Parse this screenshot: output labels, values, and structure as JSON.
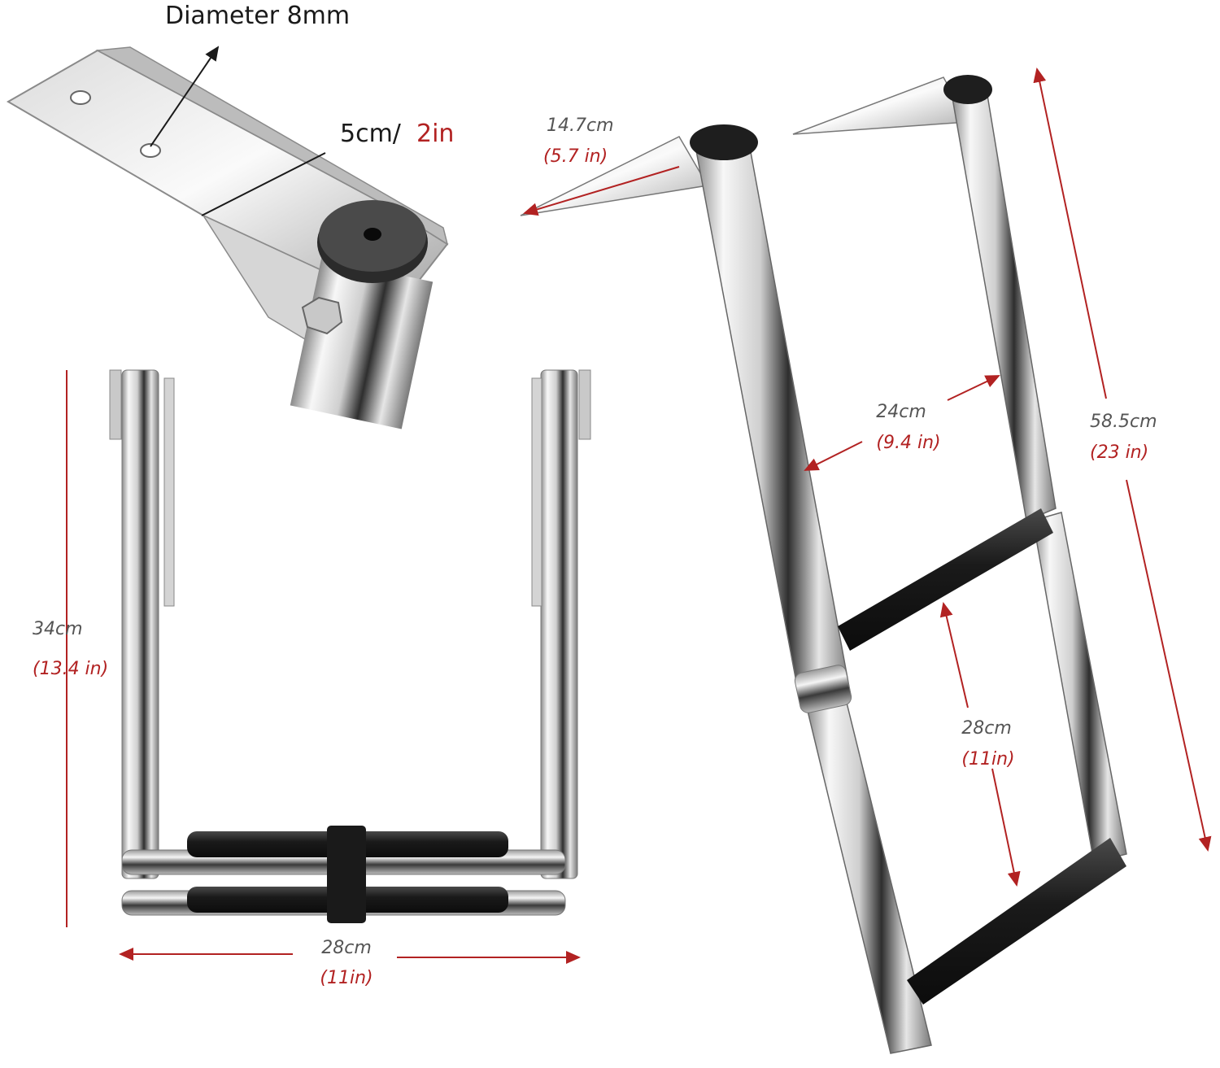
{
  "hinge_detail": {
    "hole_label": "Diameter 8mm",
    "width_label_cm": "5cm/",
    "width_label_in": "2in"
  },
  "front_view": {
    "height_cm": "34cm",
    "height_in": "(13.4 in)",
    "width_cm": "28cm",
    "width_in": "(11in)"
  },
  "side_view": {
    "bracket_cm": "14.7cm",
    "bracket_in": "(5.7 in)",
    "width_cm": "24cm",
    "width_in": "(9.4 in)",
    "step_gap_cm": "28cm",
    "step_gap_in": "(11in)",
    "length_cm": "58.5cm",
    "length_in": "(23 in)"
  },
  "colors": {
    "steel_light": "#f2f2f2",
    "steel_dark": "#3a3a3a",
    "tread_black": "#1c1c1c",
    "dimension_red": "#b22222",
    "label_gray": "#555555"
  }
}
